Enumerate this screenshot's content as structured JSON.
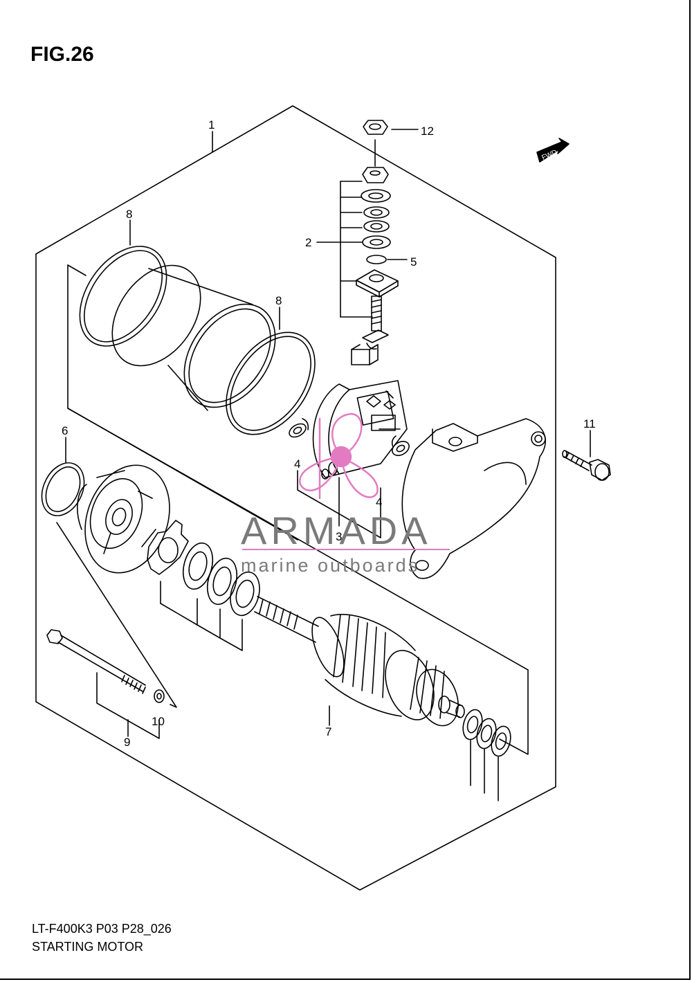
{
  "figure": {
    "title": "FIG.26",
    "model_code": "LT-F400K3 P03 P28_026",
    "name": "STARTING MOTOR"
  },
  "fwd_badge": "FWD",
  "callouts": {
    "c1": "1",
    "c2": "2",
    "c3": "3",
    "c4a": "4",
    "c4b": "4",
    "c5": "5",
    "c6": "6",
    "c7": "7",
    "c8a": "8",
    "c8b": "8",
    "c9": "9",
    "c10": "10",
    "c11": "11",
    "c12": "12"
  },
  "watermark": {
    "brand": "ARMADA",
    "tagline": "marine outboards",
    "colors": {
      "text": "#7a7a7a",
      "logo": "#e27bc1"
    }
  }
}
